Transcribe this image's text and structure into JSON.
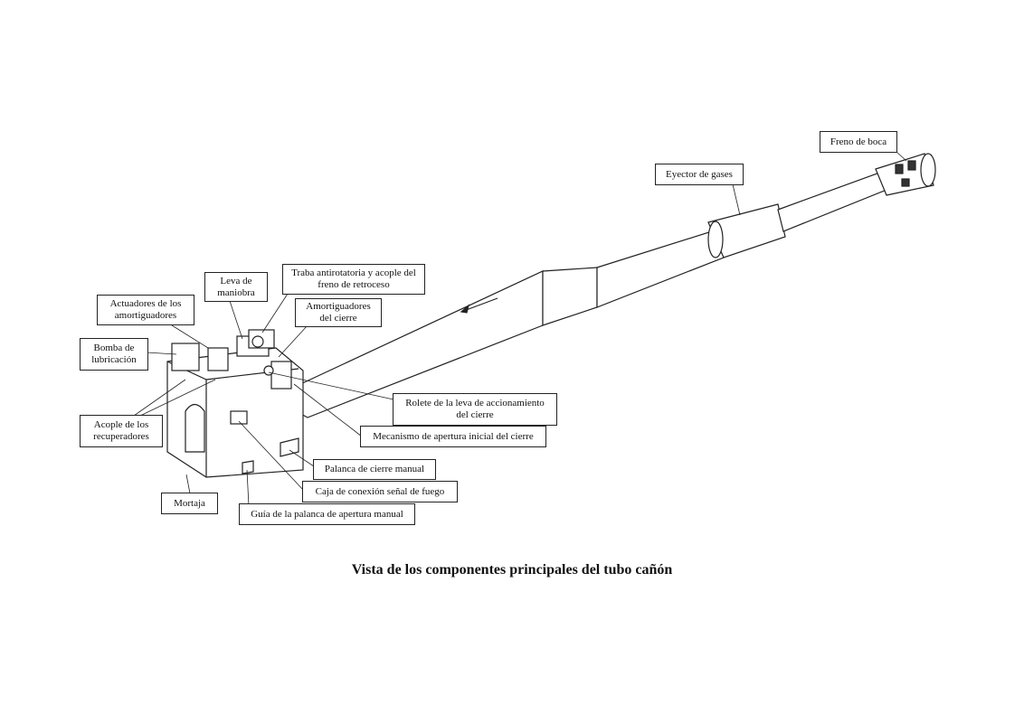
{
  "labels": {
    "freno_boca": "Freno de boca",
    "eyector": "Eyector de gases",
    "traba": "Traba antirotatoria y acople del\nfreno de retroceso",
    "leva": "Leva de\nmaniobra",
    "actuadores": "Actuadores de los\namortiguadores",
    "amortiguadores": "Amortiguadores\ndel cierre",
    "bomba": "Bomba de\nlubricación",
    "acople": "Acople de los\nrecuperadores",
    "rolete": "Rolete de la leva de accionamiento\ndel cierre",
    "mecanismo": "Mecanismo de apertura inicial del cierre",
    "palanca": "Palanca de cierre manual",
    "caja": "Caja de conexión señal de fuego",
    "mortaja": "Mortaja",
    "guia": "Guía de la palanca de apertura manual"
  },
  "caption": "Vista de los componentes principales del tubo cañón"
}
